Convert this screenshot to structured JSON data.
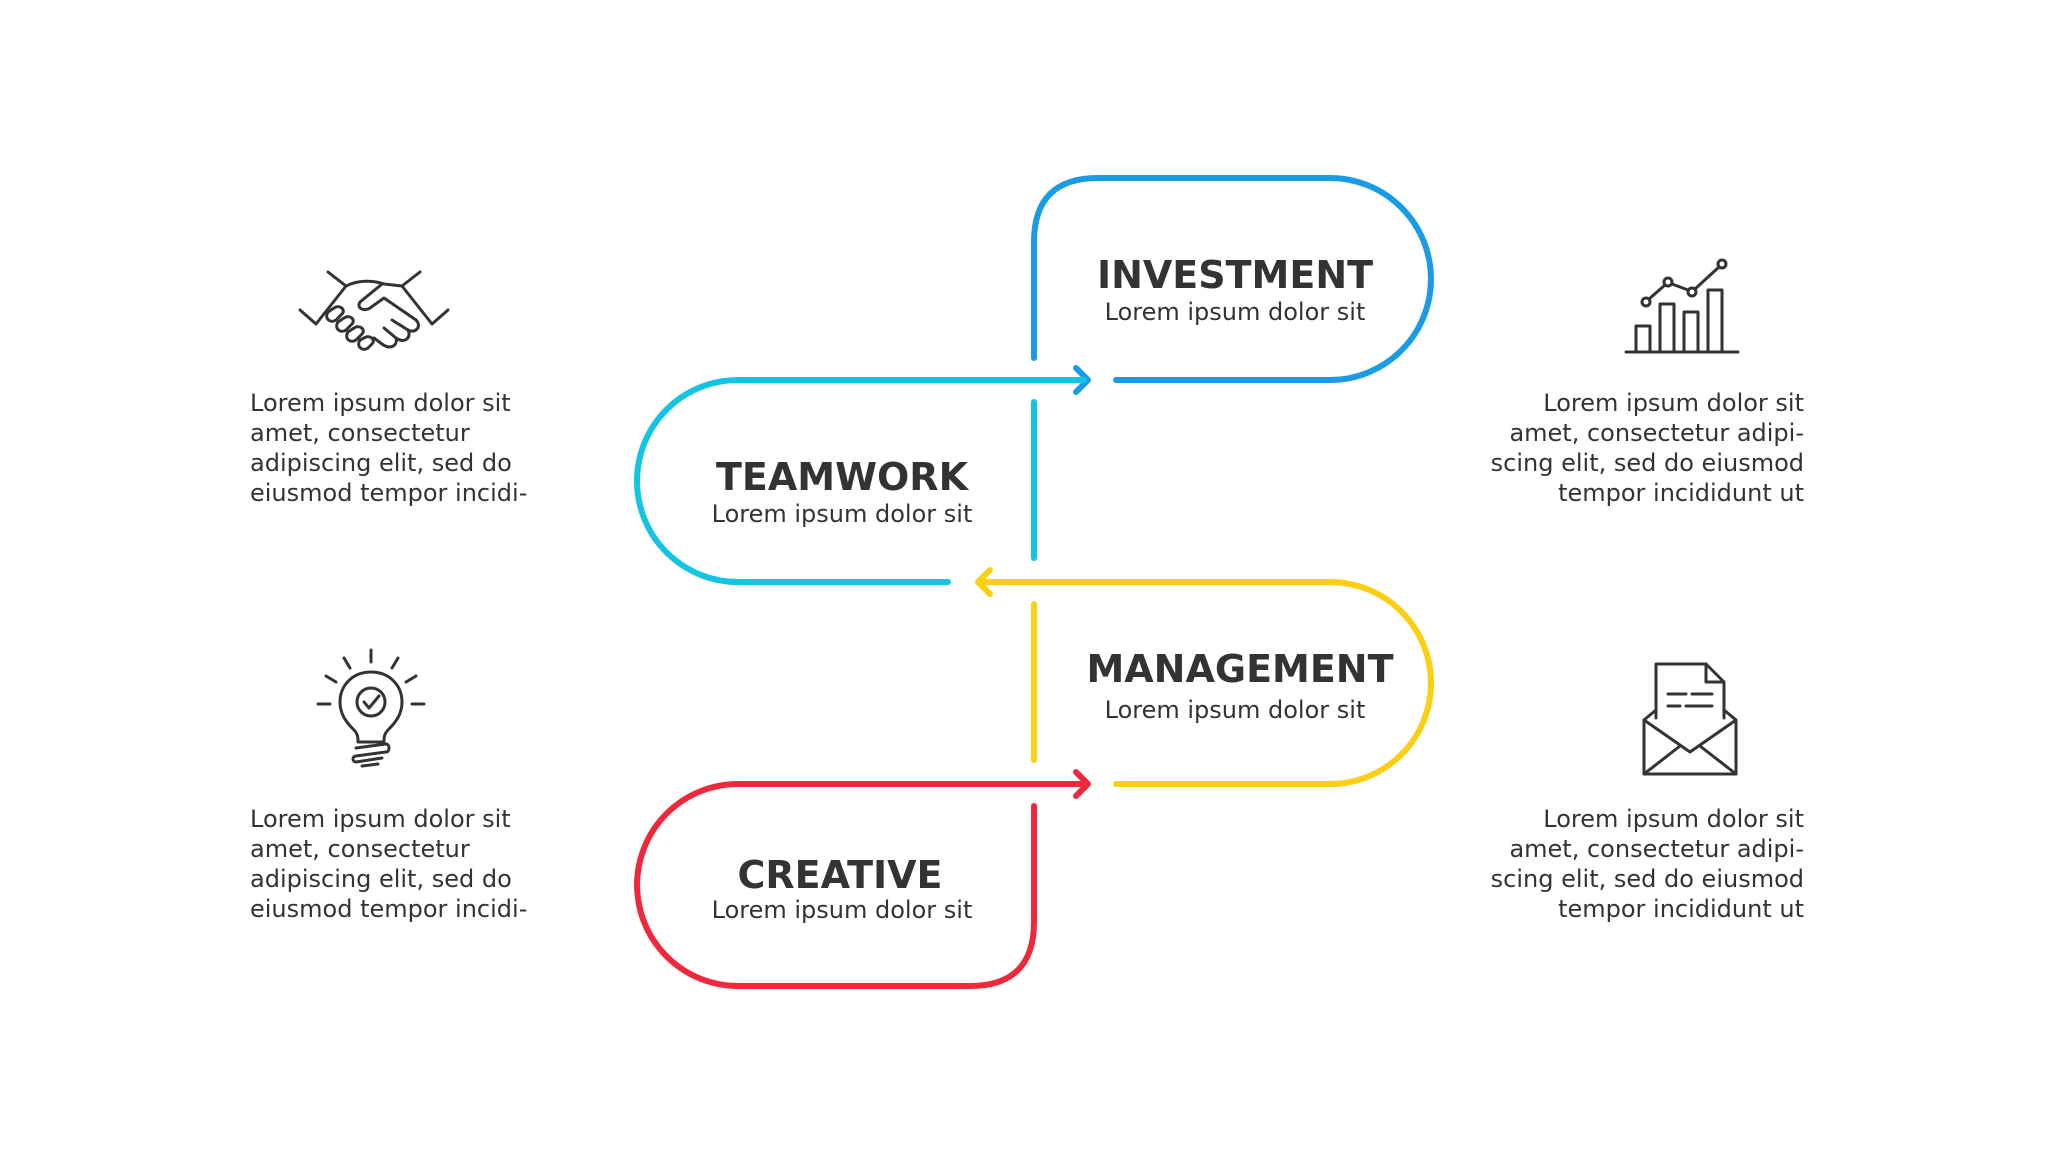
{
  "colors": {
    "investment": "#1a9be6",
    "teamwork": "#14c4e3",
    "management": "#fccf14",
    "creative": "#f0283c",
    "text": "#333333",
    "icon": "#333333"
  },
  "stages": {
    "investment": {
      "title": "INVESTMENT",
      "subtitle": "Lorem ipsum dolor sit"
    },
    "teamwork": {
      "title": "TEAMWORK",
      "subtitle": "Lorem ipsum dolor sit"
    },
    "management": {
      "title": "MANAGEMENT",
      "subtitle": "Lorem ipsum dolor sit"
    },
    "creative": {
      "title": "CREATIVE",
      "subtitle": "Lorem ipsum dolor sit"
    }
  },
  "descriptions": {
    "top_left": {
      "icon": "handshake-icon",
      "lines": [
        "Lorem ipsum dolor sit",
        "amet, consectetur",
        "adipiscing elit, sed do",
        "eiusmod tempor incidi-"
      ]
    },
    "bottom_left": {
      "icon": "lightbulb-icon",
      "lines": [
        "Lorem ipsum dolor sit",
        "amet, consectetur",
        "adipiscing elit, sed do",
        "eiusmod tempor incidi-"
      ]
    },
    "top_right": {
      "icon": "bar-chart-icon",
      "lines": [
        "Lorem ipsum dolor sit",
        "amet, consectetur adipi-",
        "scing elit, sed do eiusmod",
        "tempor incididunt ut"
      ]
    },
    "bottom_right": {
      "icon": "envelope-letter-icon",
      "lines": [
        "Lorem ipsum dolor sit",
        "amet, consectetur adipi-",
        "scing elit, sed do eiusmod",
        "tempor incididunt ut"
      ]
    }
  }
}
